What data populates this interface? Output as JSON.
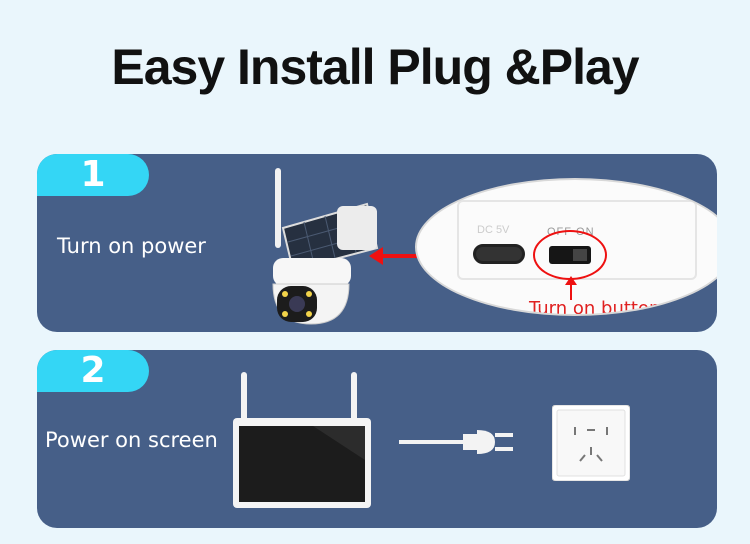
{
  "title": "Easy Install  Plug &Play",
  "steps": [
    {
      "number": "1",
      "text": "Turn on power",
      "callout": "Turn on button",
      "port_label": "DC 5V",
      "switch_label": "OFF  ON"
    },
    {
      "number": "2",
      "text": "Power on screen"
    }
  ],
  "colors": {
    "panel": "#465f88",
    "tab": "#34d6f5",
    "background": "#eaf6fc",
    "accent_red": "#e02020"
  }
}
